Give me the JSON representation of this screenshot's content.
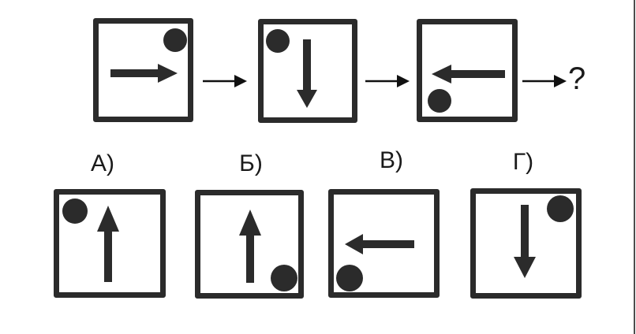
{
  "question_mark": "?",
  "colors": {
    "background": "#ffffff",
    "shape": "#2b2b2b",
    "connector": "#111111",
    "edge_line": "#4d4d4d"
  },
  "sequence": {
    "items": [
      {
        "arrow_direction": "right",
        "dot_position": "top-right"
      },
      {
        "arrow_direction": "down",
        "dot_position": "top-left"
      },
      {
        "arrow_direction": "left",
        "dot_position": "bottom-left"
      }
    ],
    "connector_arrow": "right"
  },
  "options": [
    {
      "label": "А)",
      "arrow_direction": "up",
      "dot_position": "top-left"
    },
    {
      "label": "Б)",
      "arrow_direction": "up",
      "dot_position": "bottom-right"
    },
    {
      "label": "В)",
      "arrow_direction": "left",
      "dot_position": "bottom-left"
    },
    {
      "label": "Г)",
      "arrow_direction": "down",
      "dot_position": "top-right"
    }
  ]
}
